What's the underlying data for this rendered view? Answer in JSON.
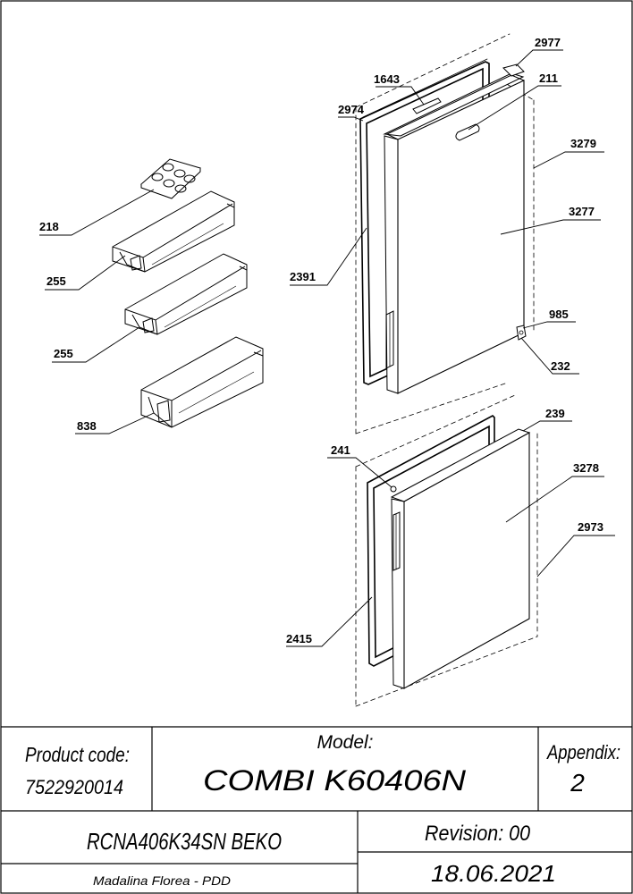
{
  "callouts": {
    "c2977": "2977",
    "c1643": "1643",
    "c211": "211",
    "c2974": "2974",
    "c3279": "3279",
    "c3277": "3277",
    "c218": "218",
    "c255a": "255",
    "c2391": "2391",
    "c985": "985",
    "c255b": "255",
    "c232": "232",
    "c838": "838",
    "c239": "239",
    "c241": "241",
    "c3278": "3278",
    "c2973": "2973",
    "c2415": "2415"
  },
  "title_block": {
    "product_code_label": "Product code:",
    "product_code_value": "7522920014",
    "model_label": "Model:",
    "model_value": "COMBI K60406N",
    "appendix_label": "Appendix:",
    "appendix_value": "2",
    "product_name": "RCNA406K34SN BEKO",
    "revision": "Revision: 00",
    "author": "Madalina Florea - PDD",
    "date": "18.06.2021"
  }
}
